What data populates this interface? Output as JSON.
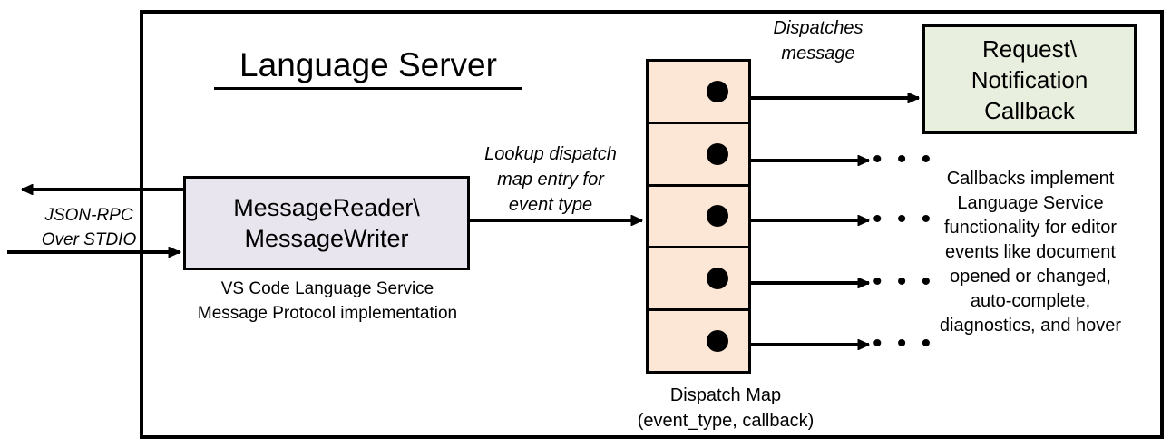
{
  "diagram": {
    "title": "Language Server",
    "outer_border_color": "#000000",
    "background": "#ffffff"
  },
  "external_io": {
    "label": "JSON-RPC\nOver STDIO",
    "outbound_arrow": "arrow-left-out",
    "inbound_arrow": "arrow-right-in"
  },
  "message_node": {
    "label": "MessageReader\\\nMessageWriter",
    "fill": "#E8E5EF",
    "caption": "VS Code Language Service\nMessage Protocol implementation"
  },
  "lookup_edge": {
    "label": "Lookup dispatch\nmap entry for\nevent type"
  },
  "dispatch_map": {
    "fill": "#FCE6D6",
    "caption": "Dispatch Map\n(event_type, callback)",
    "rows": [
      {
        "index": 1,
        "dot": "callback-dot",
        "target": "Request\\ Notification Callback"
      },
      {
        "index": 2,
        "dot": "callback-dot",
        "target": "..."
      },
      {
        "index": 3,
        "dot": "callback-dot",
        "target": "..."
      },
      {
        "index": 4,
        "dot": "callback-dot",
        "target": "..."
      },
      {
        "index": 5,
        "dot": "callback-dot",
        "target": "..."
      }
    ],
    "ellipsis": "• • •"
  },
  "dispatch_edge": {
    "label": "Dispatches\nmessage"
  },
  "callback_node": {
    "label": "Request\\\nNotification\nCallback",
    "fill": "#E9EFDE",
    "caption": "Callbacks implement\nLanguage Service\nfunctionality for editor\nevents like document\nopened or changed,\nauto-complete,\ndiagnostics, and hover"
  }
}
